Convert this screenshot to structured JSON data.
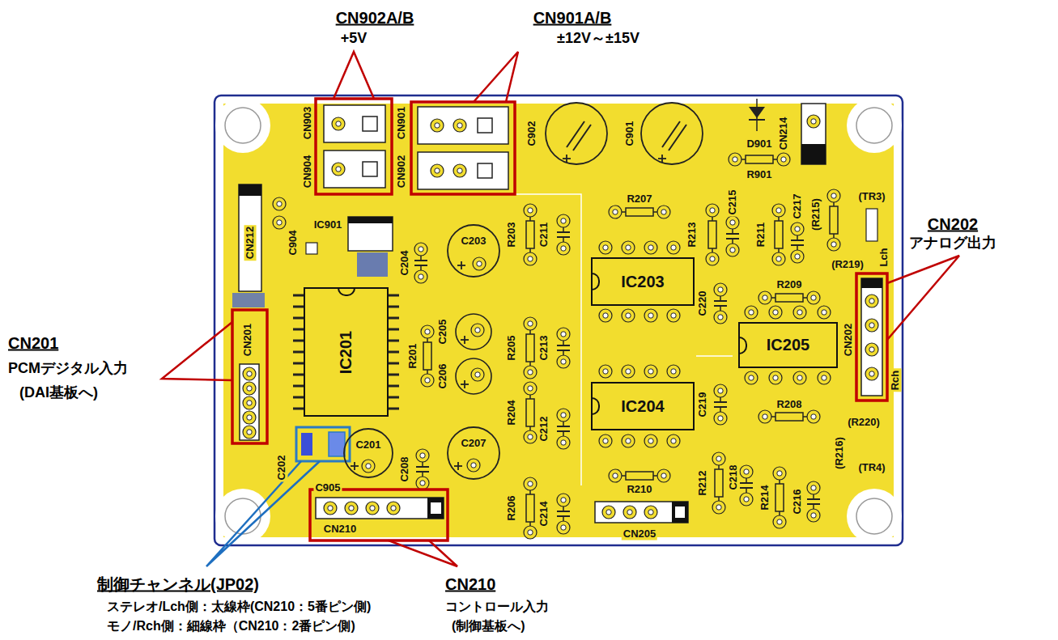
{
  "diagram": {
    "nodes": [
      {
        "text": [
          "IC203"
        ]
      },
      {
        "text": [
          "IC201"
        ]
      },
      {
        "text": [
          "IC205"
        ]
      },
      {
        "text": [
          "IC204"
        ]
      }
    ],
    "labels": [
      "CN902A/B",
      "+5V",
      "CN901A/B",
      "±12V～±15V",
      "CN903",
      "CN904",
      "CN901",
      "CN902",
      "C902",
      "C901",
      "D901",
      "CN214",
      "R901",
      "R207",
      "R213",
      "C215",
      "R211",
      "C217",
      "(R215)",
      "(TR3)",
      "CN212",
      "IC901",
      "C904",
      "C204",
      "C203",
      "R203",
      "C211",
      "(R219)",
      "Lch",
      "R209",
      "C220",
      "CN202",
      "R201",
      "C205",
      "R205",
      "C213",
      "CN201",
      "C206",
      "C219",
      "R208",
      "(R220)",
      "Rch",
      "R204",
      "C212",
      "(R216)",
      "C202",
      "C201",
      "(TR4)",
      "C208",
      "C207",
      "C905",
      "R210",
      "R212",
      "C218",
      "R214",
      "C216",
      "R206",
      "C214",
      "CN210",
      "CN205",
      "CN202",
      "アナログ出力",
      "CN201",
      "PCMデジタル入力",
      "(DAI基板へ)",
      "制御チャンネル(JP02)",
      "ステレオ/Lch側：太線枠(CN210：5番ピン側)",
      "モノ/Rch側：細線枠（CN210：2番ピン側)",
      "CN210",
      "コントロール入力",
      "(制御基板へ)"
    ]
  }
}
